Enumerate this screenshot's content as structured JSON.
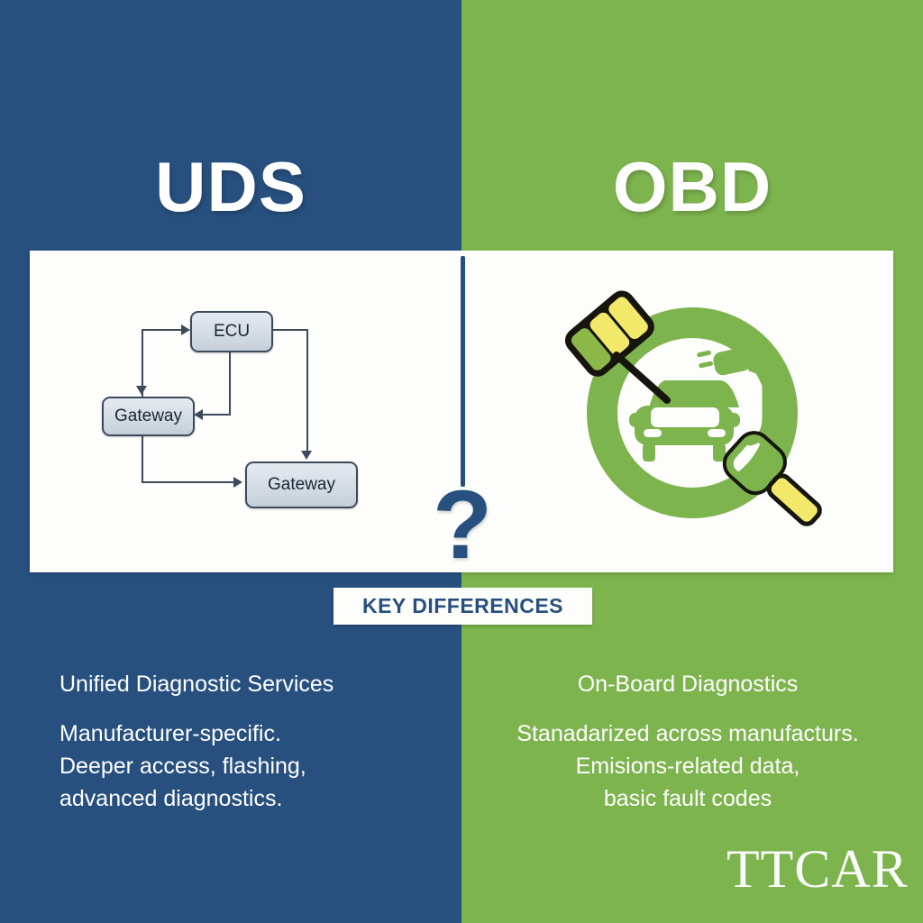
{
  "panels": {
    "left": {
      "heading": "UDS",
      "accent_color": "#27507f",
      "subtitle": "Unified Diagnostic Services",
      "body": "Manufacturer-specific.\nDeeper access, flashing,\nadvanced diagnostics."
    },
    "right": {
      "heading": "OBD",
      "accent_color": "#7db44e",
      "subtitle": "On-Board Diagnostics",
      "body": "Stanadarized across manufacturs.\nEmisions-related data,\nbasic fault codes"
    }
  },
  "card": {
    "question_mark": "?",
    "diagram": {
      "nodes": [
        {
          "id": "ecu",
          "label": "ECU"
        },
        {
          "id": "gateway-1",
          "label": "Gateway"
        },
        {
          "id": "gateway-2",
          "label": "Gateway"
        }
      ],
      "edges": [
        {
          "from": "gateway-1",
          "to": "ecu"
        },
        {
          "from": "ecu",
          "to": "gateway-1"
        },
        {
          "from": "ecu",
          "to": "gateway-2"
        },
        {
          "from": "gateway-1",
          "to": "gateway-2"
        }
      ]
    },
    "obd_icon": {
      "name": "car-diagnostics-magnifier-icon",
      "ring_color": "#7db44e",
      "highlight_color": "#f2e86a",
      "outline_color": "#16160f"
    }
  },
  "badge": {
    "label": "KEY DIFFERENCES",
    "text_color": "#27507f",
    "background": "#fdfdfb"
  },
  "watermark": {
    "text": "TTCAR"
  }
}
